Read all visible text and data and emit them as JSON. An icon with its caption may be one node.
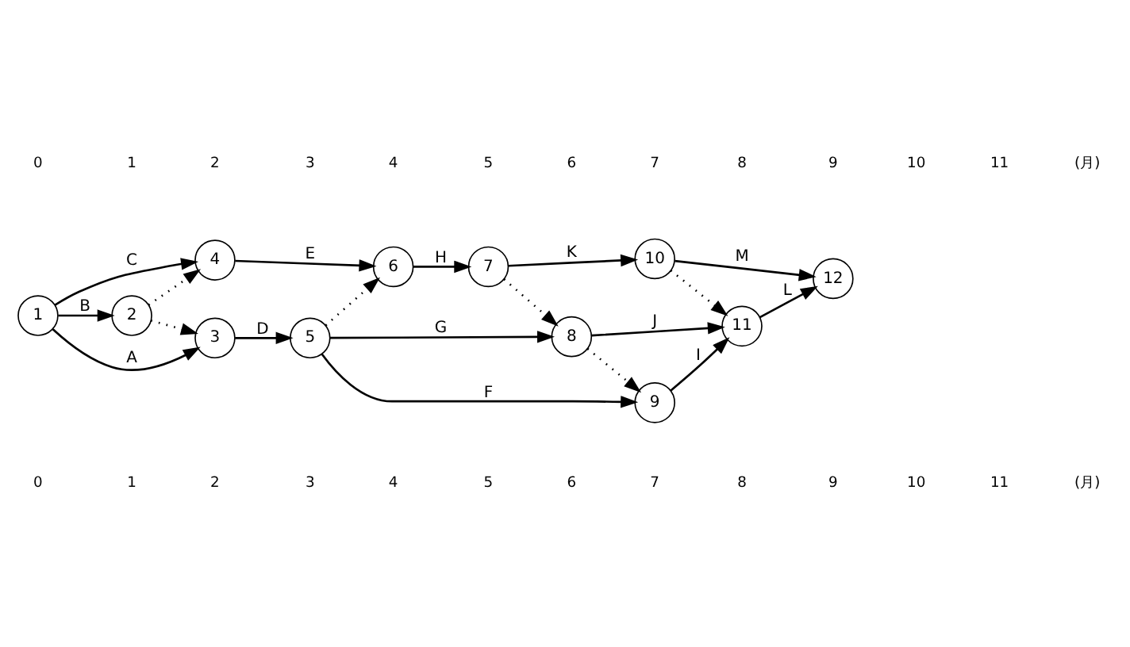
{
  "diagram": {
    "nodes": [
      {
        "text": [
          "1"
        ]
      },
      {
        "text": [
          "2"
        ]
      },
      {
        "text": [
          "3"
        ]
      },
      {
        "text": [
          "4"
        ]
      },
      {
        "text": [
          "5"
        ]
      },
      {
        "text": [
          "6"
        ]
      },
      {
        "text": [
          "7"
        ]
      },
      {
        "text": [
          "8"
        ]
      },
      {
        "text": [
          "9"
        ]
      },
      {
        "text": [
          "10"
        ]
      },
      {
        "text": [
          "11"
        ]
      },
      {
        "text": [
          "12"
        ]
      }
    ],
    "edges": [
      {
        "from": 0,
        "to": 2,
        "arrow": "to",
        "label": "A"
      },
      {
        "from": 0,
        "to": 1,
        "arrow": "to",
        "label": "B"
      },
      {
        "from": 0,
        "to": 3,
        "arrow": "to",
        "label": "C"
      },
      {
        "from": 1,
        "to": 2,
        "arrow": "to",
        "style": "dashed"
      },
      {
        "from": 1,
        "to": 3,
        "arrow": "to",
        "style": "dashed"
      },
      {
        "from": 2,
        "to": 4,
        "arrow": "to",
        "label": "D"
      },
      {
        "from": 4,
        "to": 8,
        "arrow": "to",
        "label": "F"
      },
      {
        "from": 4,
        "to": 7,
        "arrow": "to",
        "label": "G"
      },
      {
        "from": 4,
        "to": 5,
        "arrow": "to",
        "style": "dashed"
      },
      {
        "from": 3,
        "to": 5,
        "arrow": "to",
        "label": "E"
      },
      {
        "from": 5,
        "to": 6,
        "arrow": "to",
        "label": "H"
      },
      {
        "from": 6,
        "to": 7,
        "arrow": "to",
        "style": "dashed"
      },
      {
        "from": 7,
        "to": 8,
        "arrow": "to",
        "style": "dashed"
      },
      {
        "from": 8,
        "to": 10,
        "arrow": "to",
        "label": "I"
      },
      {
        "from": 7,
        "to": 10,
        "arrow": "to",
        "label": "J"
      },
      {
        "from": 6,
        "to": 9,
        "arrow": "to",
        "label": "K"
      },
      {
        "from": 9,
        "to": 10,
        "arrow": "to",
        "style": "dashed"
      },
      {
        "from": 9,
        "to": 11,
        "arrow": "to",
        "label": "M"
      },
      {
        "from": 10,
        "to": 11,
        "arrow": "to",
        "label": "L"
      }
    ],
    "labels": [
      "0",
      "1",
      "2",
      "3",
      "4",
      "5",
      "6",
      "7",
      "8",
      "9",
      "10",
      "11",
      "(月)",
      "0",
      "1",
      "2",
      "3",
      "4",
      "5",
      "6",
      "7",
      "8",
      "9",
      "10",
      "11",
      "(月)"
    ]
  }
}
